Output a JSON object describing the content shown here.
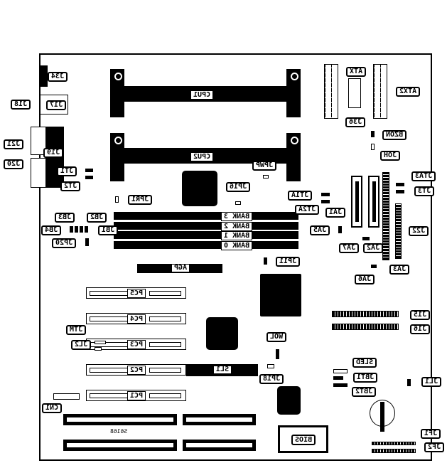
{
  "slots": {
    "cpu1": "CPU1",
    "cpu2": "CPU2",
    "banks": [
      "BANK 3",
      "BANK 2",
      "BANK 1",
      "BANK 0"
    ],
    "agp": "AGP",
    "pci": [
      "PC5",
      "PC4",
      "PC3",
      "PC2",
      "PC1"
    ],
    "sl1": "SL1",
    "bios": "BIOS",
    "marking": "S6168"
  },
  "labels": [
    "J34",
    "J18",
    "J17",
    "J21",
    "J19",
    "J20",
    "JT1",
    "JT2",
    "JPR1",
    "JB3",
    "JB2",
    "JB4",
    "JB1",
    "JP20",
    "ATX",
    "ATX2",
    "J36",
    "BZON",
    "JOH",
    "JPWP",
    "JP16",
    "JTA3",
    "JT3",
    "JT1A",
    "JT2A",
    "JA1",
    "JA5",
    "J22",
    "JA7",
    "JA2",
    "JA3",
    "JA6",
    "JP11",
    "J15",
    "J16",
    "JTM",
    "JL2",
    "WOL",
    "JP18",
    "SLED",
    "JBT1",
    "JBT2",
    "JL1",
    "CN1",
    "JF1",
    "JF2"
  ]
}
